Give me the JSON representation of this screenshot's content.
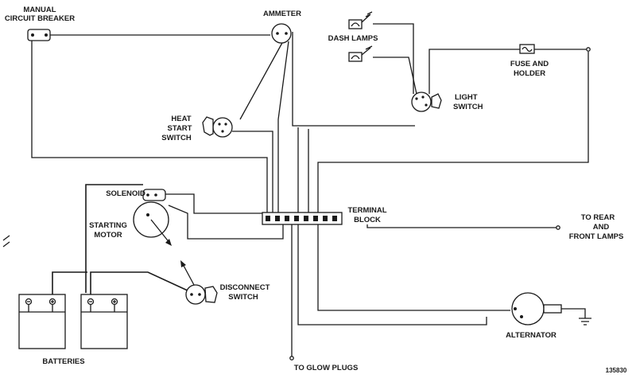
{
  "labels": {
    "manual_cb_1": "MANUAL",
    "manual_cb_2": "CIRCUIT BREAKER",
    "ammeter": "AMMETER",
    "dash_lamps": "DASH LAMPS",
    "fuse_1": "FUSE AND",
    "fuse_2": "HOLDER",
    "light_switch_1": "LIGHT",
    "light_switch_2": "SWITCH",
    "heat_1": "HEAT",
    "heat_2": "START",
    "heat_3": "SWITCH",
    "solenoid": "SOLENOID",
    "starting_1": "STARTING",
    "starting_2": "MOTOR",
    "terminal_1": "TERMINAL",
    "terminal_2": "BLOCK",
    "rear_1": "TO REAR",
    "rear_2": "AND",
    "rear_3": "FRONT LAMPS",
    "disconnect_1": "DISCONNECT",
    "disconnect_2": "SWITCH",
    "batteries": "BATTERIES",
    "alternator": "ALTERNATOR",
    "glow_plugs": "TO GLOW PLUGS",
    "figure_number": "135830"
  }
}
